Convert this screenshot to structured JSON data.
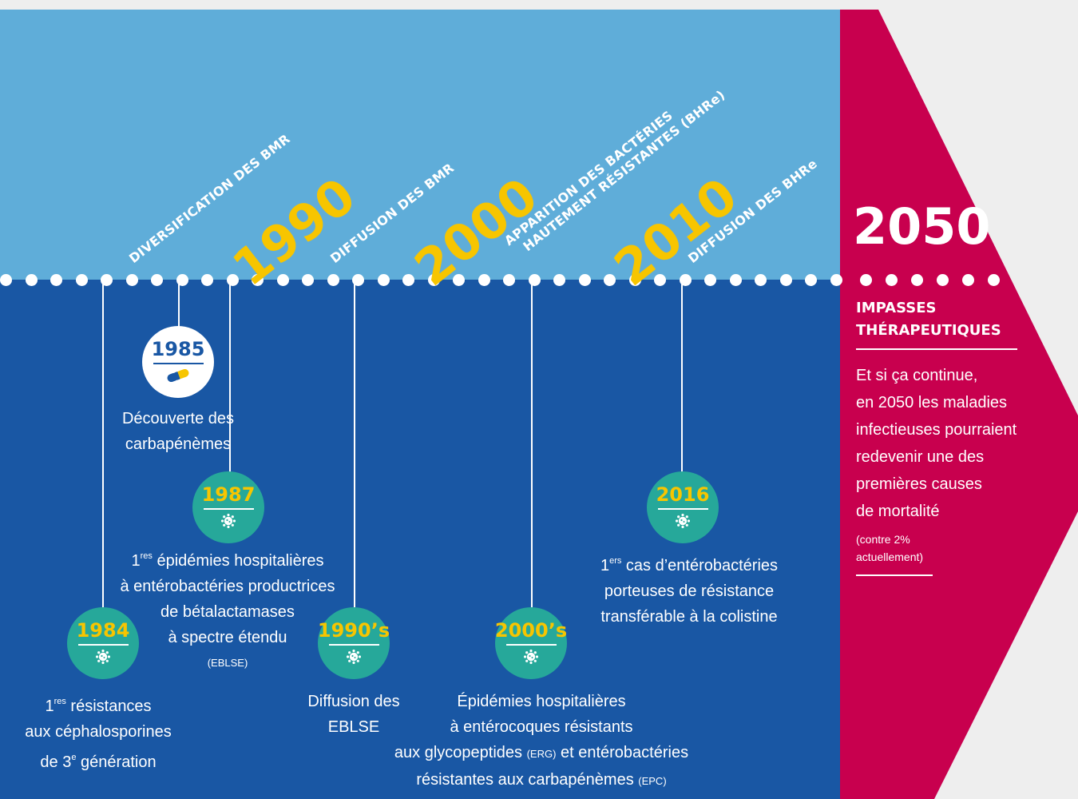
{
  "colors": {
    "top_band": "#5fadd9",
    "bottom_band": "#1957a4",
    "arrow": "#c8004e",
    "year_accent": "#f7c500",
    "milestone_circle": "#26a89a"
  },
  "periods": [
    {
      "label": "DIVERSIFICATION DES BMR"
    },
    {
      "label": "DIFFUSION DES BMR"
    },
    {
      "label_line1": "APPARITION DES BACTÉRIES",
      "label_line2": "HAUTEMENT RÉSISTANTES (BHRe)"
    },
    {
      "label": "DIFFUSION DES BHRe"
    }
  ],
  "decades": [
    "1990",
    "2000",
    "2010"
  ],
  "milestones": {
    "m1984": {
      "year": "1984",
      "icon": "bacteria-icon",
      "text_l1_sup": "res",
      "text_l1_pre": "1",
      "text_l1": "résistances",
      "text_l2": "aux céphalosporines",
      "text_l3_pre": "de 3",
      "text_l3_sup": "e",
      "text_l3": "génération"
    },
    "m1985": {
      "year": "1985",
      "icon": "capsule-icon",
      "text_l1": "Découverte des",
      "text_l2": "carbapénèmes"
    },
    "m1987": {
      "year": "1987",
      "icon": "bacteria-icon",
      "text_l1_pre": "1",
      "text_l1_sup": "res",
      "text_l1": "épidémies hospitalières",
      "text_l2": "à entérobactéries productrices",
      "text_l3": "de bétalactamases",
      "text_l4": "à spectre étendu",
      "text_l5": "(EBLSE)"
    },
    "m1990s": {
      "year": "1990’s",
      "icon": "bacteria-icon",
      "text_l1": "Diffusion des",
      "text_l2": "EBLSE"
    },
    "m2000s": {
      "year": "2000’s",
      "icon": "bacteria-icon",
      "text_l1": "Épidémies hospitalières",
      "text_l2": "à entérocoques résistants",
      "text_l3a": "aux glycopeptides",
      "text_l3b": "(ERG)",
      "text_l3c": "et entérobactéries",
      "text_l4a": "résistantes aux carbapénèmes",
      "text_l4b": "(EPC)"
    },
    "m2016": {
      "year": "2016",
      "icon": "bacteria-icon",
      "text_l1_pre": "1",
      "text_l1_sup": "ers",
      "text_l1": "cas d’entérobactéries",
      "text_l2": "porteuses de résistance",
      "text_l3": "transférable à la colistine"
    }
  },
  "future": {
    "year": "2050",
    "heading_l1": "IMPASSES",
    "heading_l2": "THÉRAPEUTIQUES",
    "body": [
      "Et si ça continue,",
      "en 2050 les maladies",
      "infectieuses pourraient",
      "redevenir une des",
      "premières causes",
      "de mortalité"
    ],
    "note_l1": "(contre 2%",
    "note_l2": "actuellement)"
  }
}
